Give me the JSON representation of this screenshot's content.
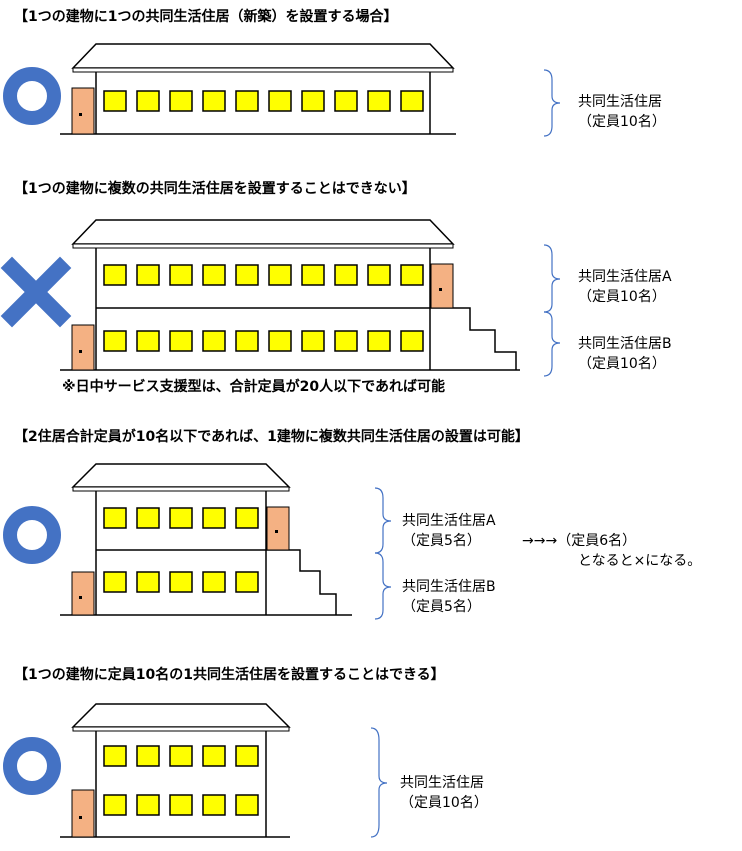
{
  "colors": {
    "window_fill": "#FFFF00",
    "door_fill": "#F4B183",
    "symbol_blue": "#4472C4",
    "line": "#000000"
  },
  "sections": [
    {
      "heading": "【1つの建物に1つの共同生活住居（新築）を設置する場合】",
      "verdict": "circle-ok",
      "labels": [
        "共同生活住居",
        "（定員10名）"
      ]
    },
    {
      "heading": "【1つの建物に複数の共同生活住居を設置することはできない】",
      "verdict": "cross-ng",
      "labels_a": [
        "共同生活住居A",
        "（定員10名）"
      ],
      "labels_b": [
        "共同生活住居B",
        "（定員10名）"
      ],
      "note": "※日中サービス支援型は、合計定員が20人以下であれば可能"
    },
    {
      "heading": "【2住居合計定員が10名以下であれば、1建物に複数共同生活住居の設置は可能】",
      "verdict": "circle-ok",
      "labels_a": [
        "共同生活住居A",
        "（定員5名）"
      ],
      "arrow_text": "→→→（定員6名）",
      "arrow_result": "となると×になる。",
      "labels_b": [
        "共同生活住居B",
        "（定員5名）"
      ]
    },
    {
      "heading": "【1つの建物に定員10名の1共同生活住居を設置することはできる】",
      "verdict": "circle-ok",
      "labels": [
        "共同生活住居",
        "（定員10名）"
      ]
    }
  ]
}
